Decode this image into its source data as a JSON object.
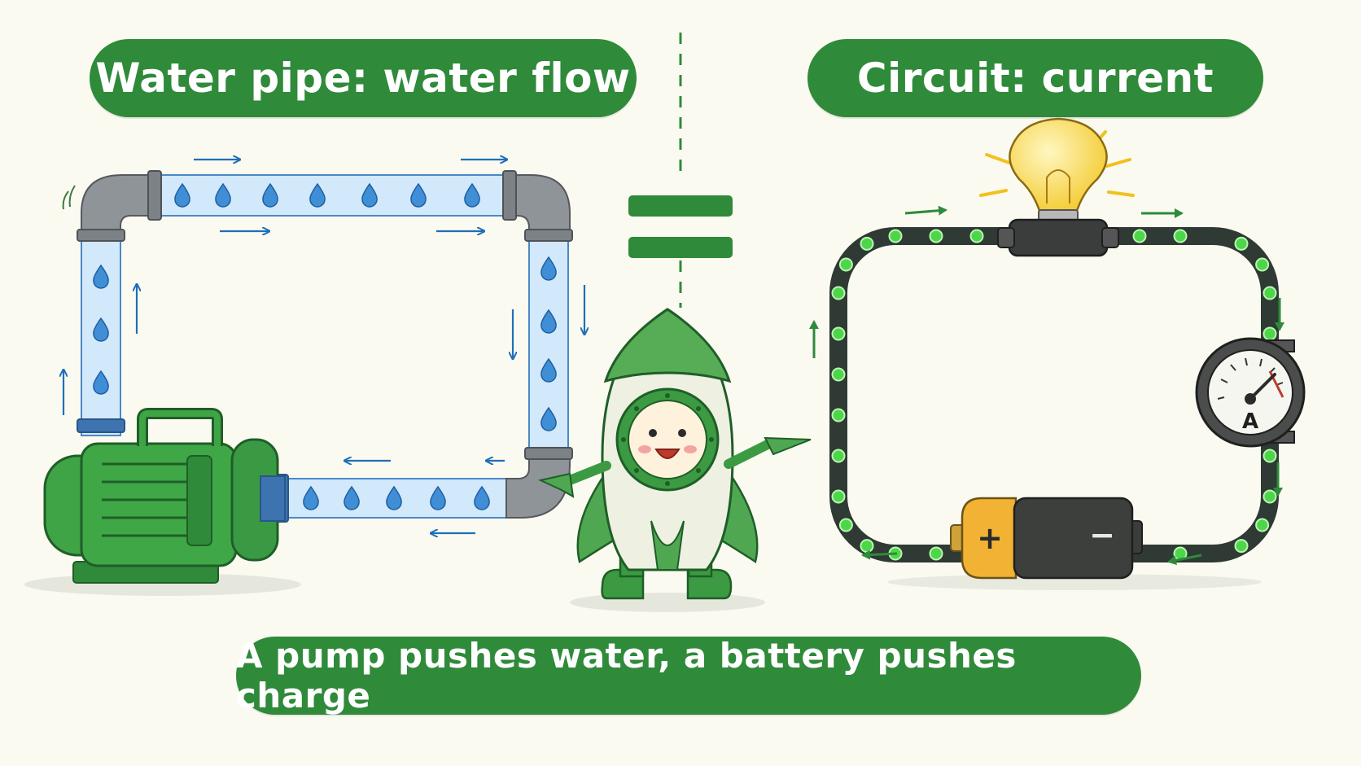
{
  "titles": {
    "left": "Water pipe: water flow",
    "right": "Circuit: current"
  },
  "caption": "A pump pushes water, a battery pushes charge",
  "battery": {
    "positive": "+",
    "negative": "−"
  },
  "meter": {
    "label": "A"
  },
  "colors": {
    "brand_green": "#2f8a3a",
    "pipe_water": "#cfe7fb",
    "pipe_gray": "#8d9196",
    "wire": "#2e3a33",
    "wire_glow": "#4ed64a",
    "bulb": "#f7d33a",
    "battery_gold": "#f2b233",
    "battery_body": "#3c3f3c"
  },
  "icons": [
    "water-pump-icon",
    "water-drop-icon",
    "light-bulb-icon",
    "ammeter-icon",
    "battery-icon",
    "equals-icon",
    "mascot-icon",
    "flow-arrow-icon"
  ]
}
